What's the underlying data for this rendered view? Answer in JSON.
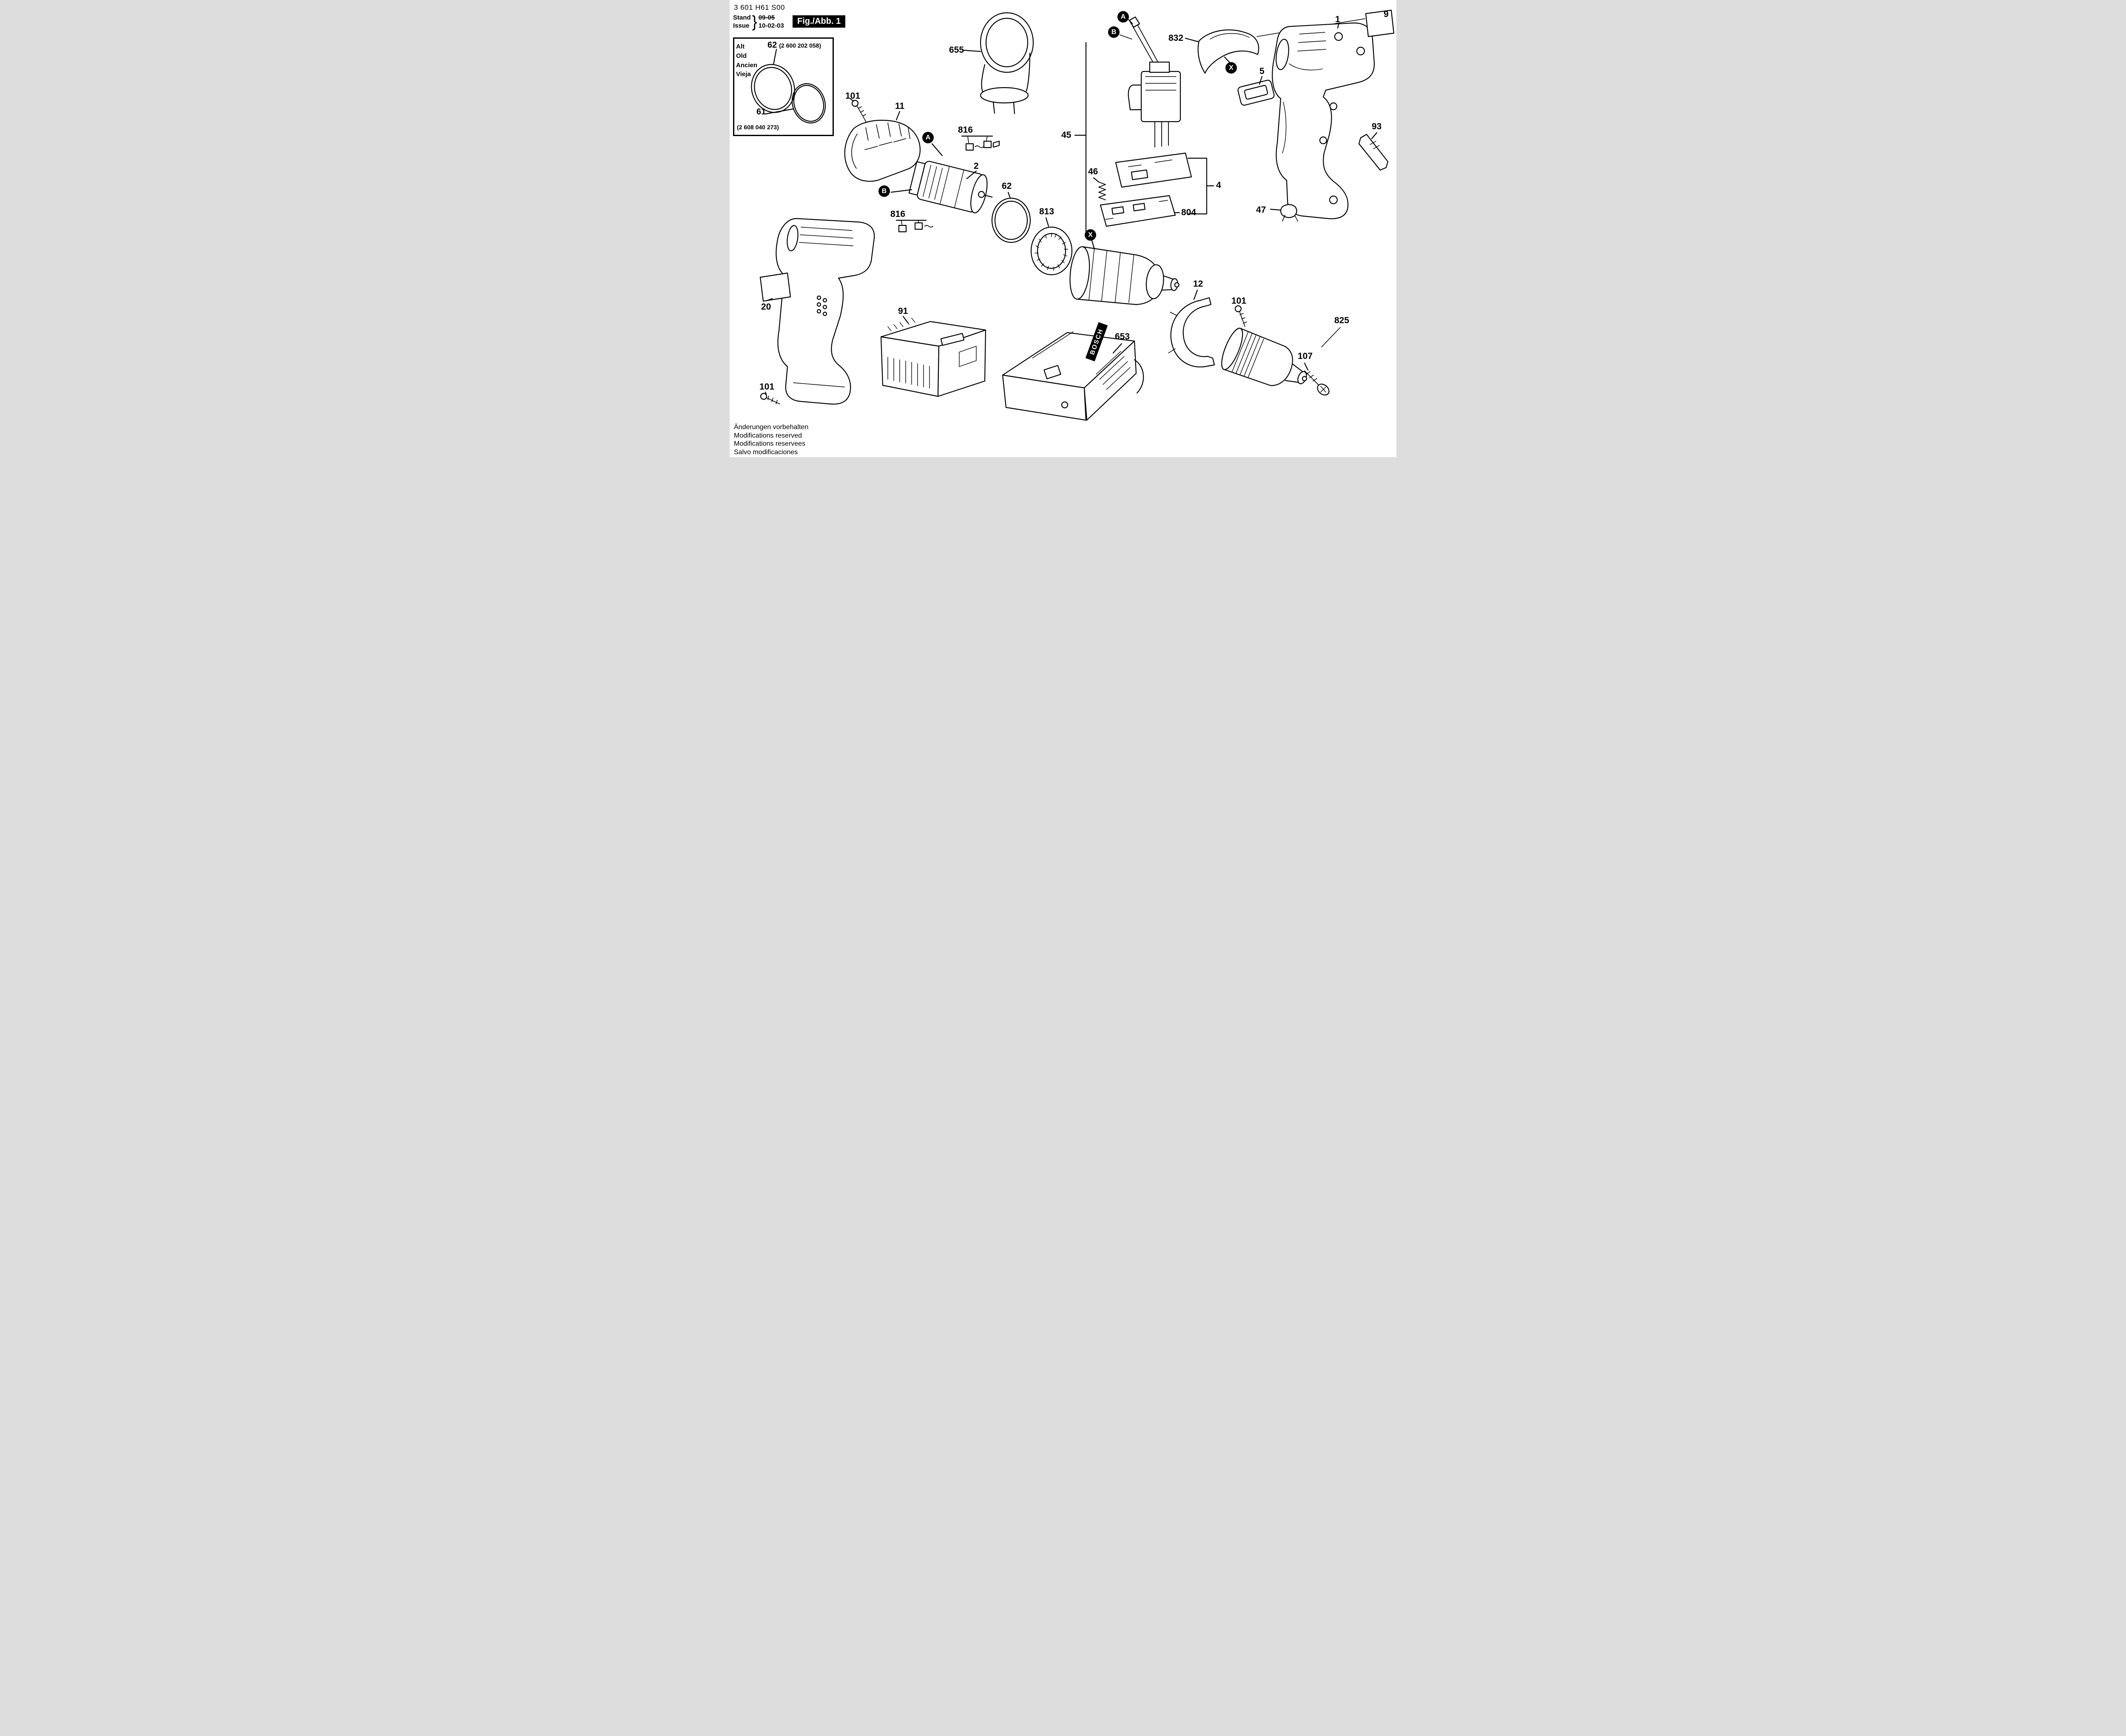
{
  "colors": {
    "ink": "#000000",
    "paper": "#ffffff"
  },
  "header": {
    "document_number": "3 601 H61 S00",
    "stand_label": "Stand",
    "issue_label": "Issue",
    "brace": "}",
    "stand_value": "09-05",
    "issue_value": "10-02-03",
    "figure_label": "Fig./Abb. 1"
  },
  "legend": {
    "old_labels": [
      "Alt",
      "Old",
      "Ancien",
      "Vieja"
    ],
    "part_62_ref": "62",
    "part_62_code": "(2 600 202 058)",
    "part_61_ref": "61",
    "part_61_code": "(2 608 040 273)"
  },
  "brand": {
    "logo": "BOSCH"
  },
  "callouts": [
    {
      "id": "655",
      "label": "655"
    },
    {
      "id": "101-top",
      "label": "101"
    },
    {
      "id": "11",
      "label": "11"
    },
    {
      "id": "816-upper",
      "label": "816"
    },
    {
      "id": "2",
      "label": "2"
    },
    {
      "id": "62",
      "label": "62"
    },
    {
      "id": "816-lower",
      "label": "816"
    },
    {
      "id": "813",
      "label": "813"
    },
    {
      "id": "45",
      "label": "45"
    },
    {
      "id": "46",
      "label": "46"
    },
    {
      "id": "804",
      "label": "804"
    },
    {
      "id": "4",
      "label": "4"
    },
    {
      "id": "832",
      "label": "832"
    },
    {
      "id": "5",
      "label": "5"
    },
    {
      "id": "1",
      "label": "1"
    },
    {
      "id": "9",
      "label": "9"
    },
    {
      "id": "93",
      "label": "93"
    },
    {
      "id": "47",
      "label": "47"
    },
    {
      "id": "20",
      "label": "20"
    },
    {
      "id": "91",
      "label": "91"
    },
    {
      "id": "12",
      "label": "12"
    },
    {
      "id": "101-mid",
      "label": "101"
    },
    {
      "id": "825",
      "label": "825"
    },
    {
      "id": "107",
      "label": "107"
    },
    {
      "id": "653",
      "label": "653"
    },
    {
      "id": "101-bottom",
      "label": "101"
    }
  ],
  "markers": [
    {
      "label": "A"
    },
    {
      "label": "B"
    },
    {
      "label": "X"
    },
    {
      "label": "A"
    },
    {
      "label": "B"
    },
    {
      "label": "X"
    }
  ],
  "footer": {
    "lines": [
      "Änderungen vorbehalten",
      "Modifications reserved",
      "Modifications reservees",
      "Salvo modificaciones"
    ]
  }
}
